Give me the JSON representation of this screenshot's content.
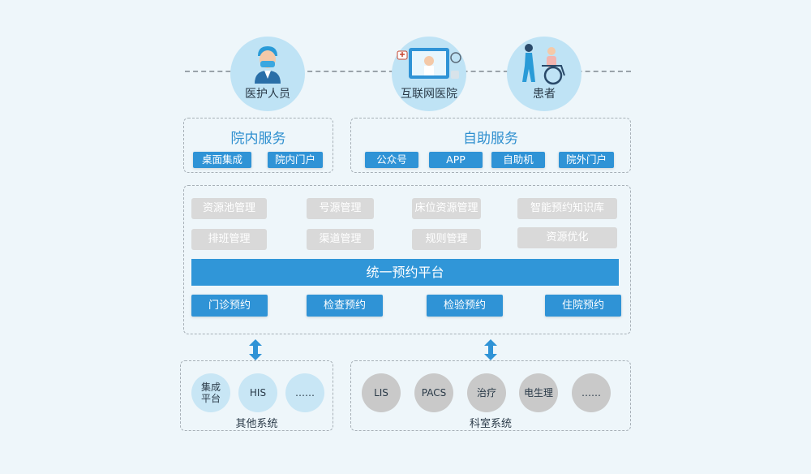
{
  "actors": [
    {
      "label": "医护人员",
      "icon": "doctor-icon"
    },
    {
      "label": "互联网医院",
      "icon": "online-hospital-icon"
    },
    {
      "label": "患者",
      "icon": "patient-wheelchair-icon"
    }
  ],
  "inner_services": {
    "title": "院内服务",
    "items": [
      "桌面集成",
      "院内门户"
    ]
  },
  "self_services": {
    "title": "自助服务",
    "items": [
      "公众号",
      "APP",
      "自助机",
      "院外门户"
    ]
  },
  "management": {
    "row1": [
      "资源池管理",
      "号源管理",
      "床位资源管理",
      "智能预约知识库"
    ],
    "row2": [
      "排班管理",
      "渠道管理",
      "规则管理",
      "资源优化"
    ]
  },
  "platform": {
    "title": "统一预约平台"
  },
  "appointments": [
    "门诊预约",
    "检查预约",
    "检验预约",
    "住院预约"
  ],
  "other_systems": {
    "label": "其他系统",
    "items": [
      "集成\n平台",
      "HIS",
      "……"
    ]
  },
  "dept_systems": {
    "label": "科室系统",
    "items": [
      "LIS",
      "PACS",
      "治疗",
      "电生理",
      "……"
    ]
  },
  "colors": {
    "accent": "#2f93d6",
    "light_circle": "#bfe3f5",
    "gray": "#d9d9d9"
  }
}
